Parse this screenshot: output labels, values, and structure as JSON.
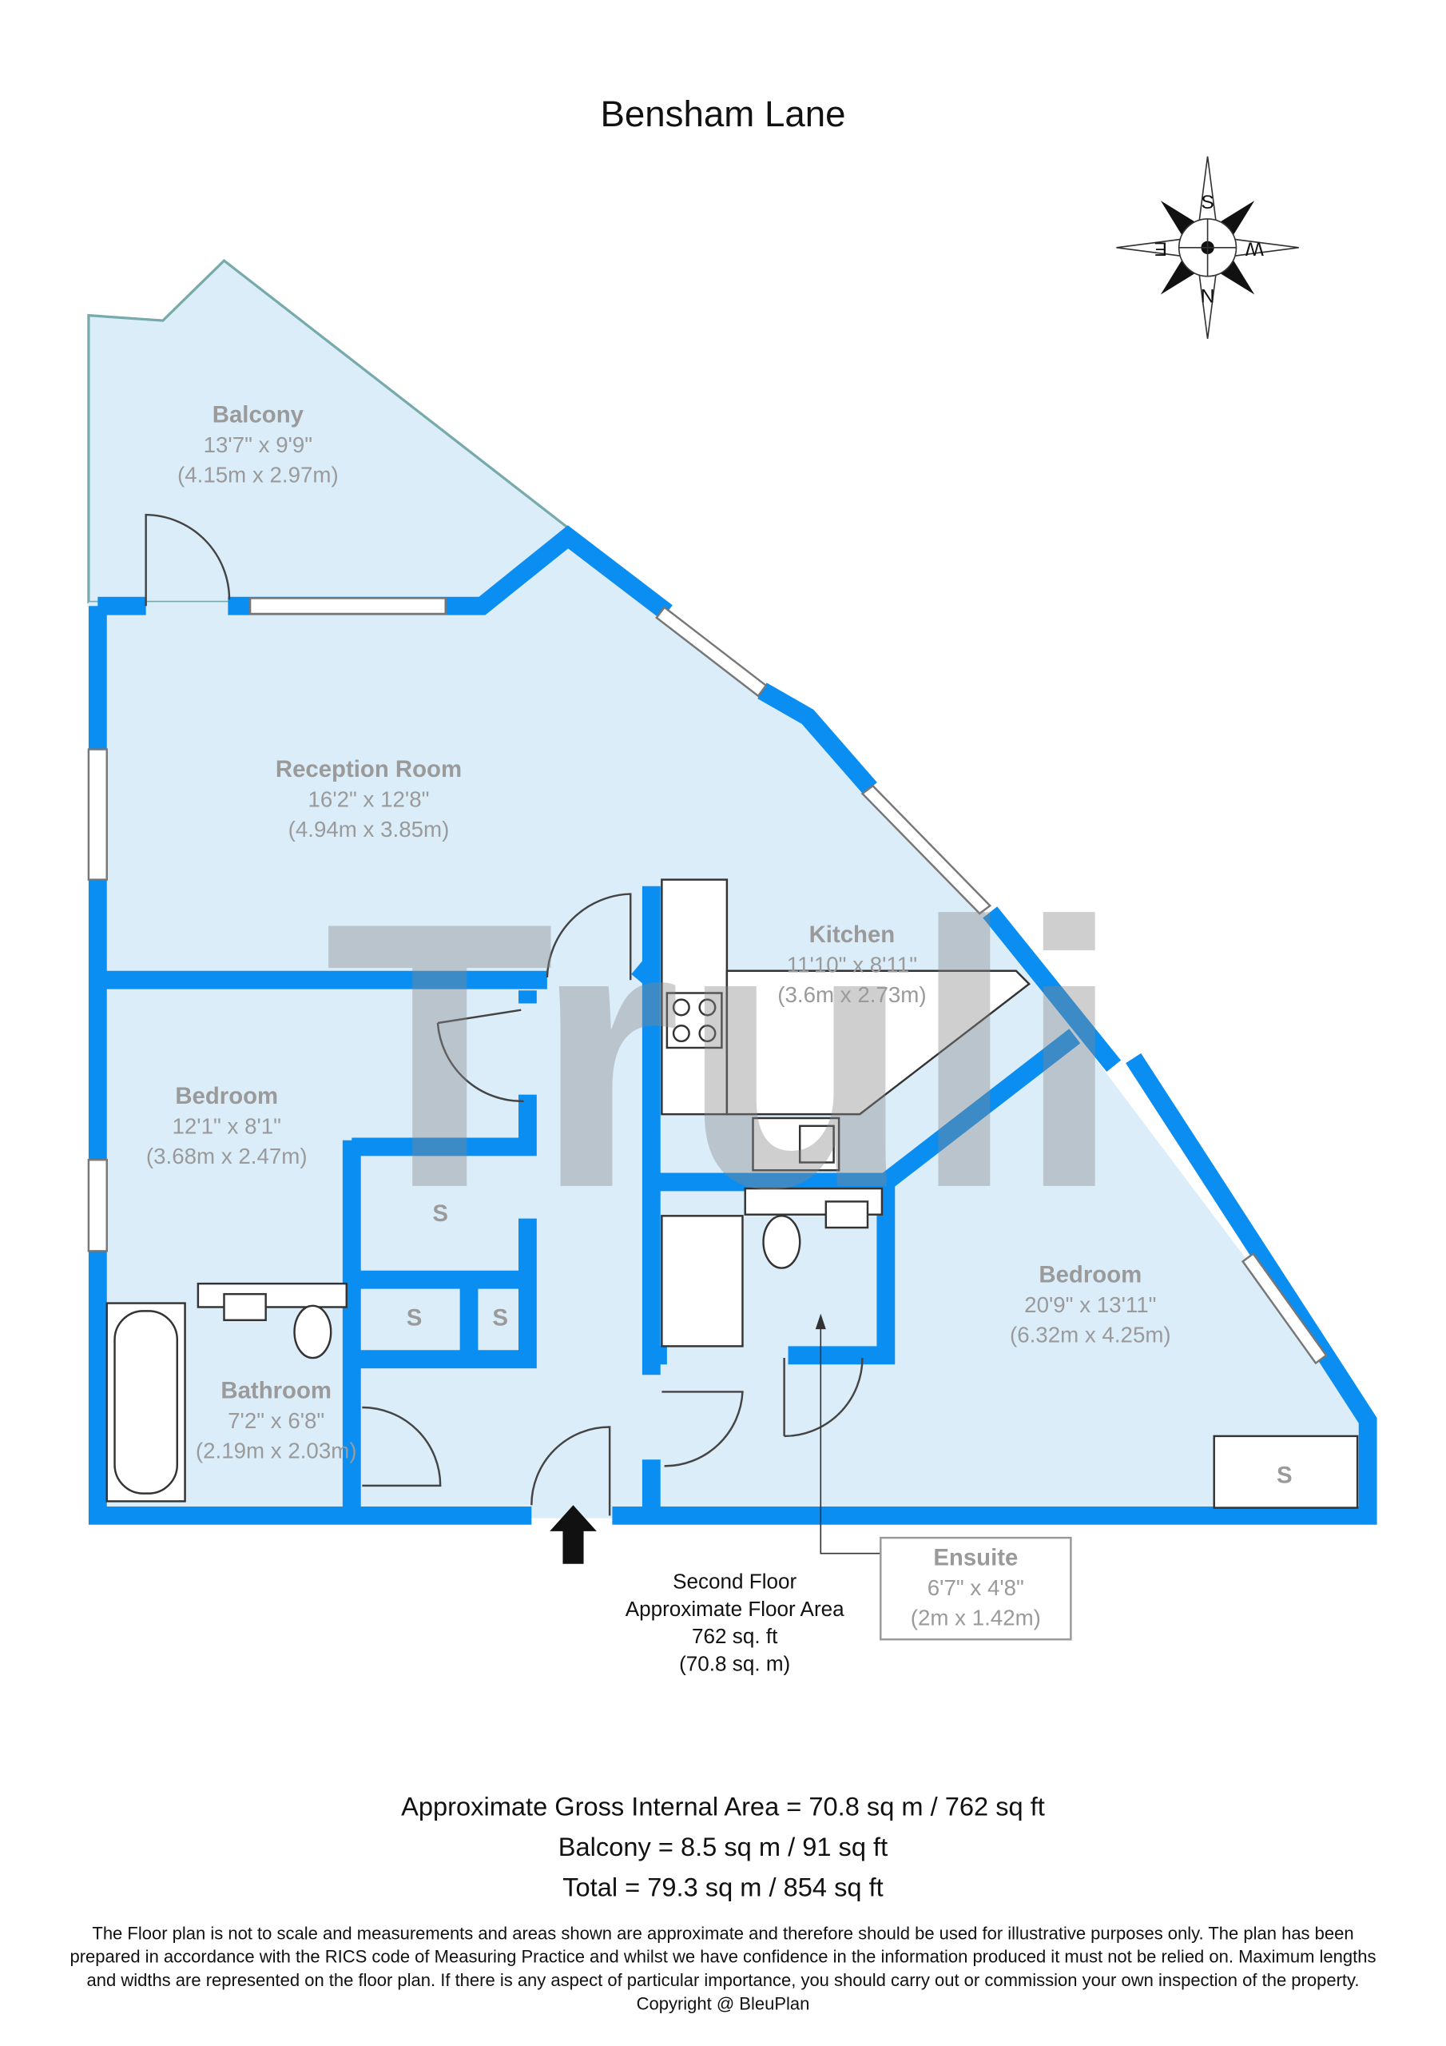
{
  "title": "Bensham Lane",
  "compass": {
    "top": "S",
    "right": "W",
    "bottom": "N",
    "left": "E"
  },
  "watermark": "Truli",
  "rooms": {
    "balcony": {
      "name": "Balcony",
      "imperial": "13'7\" x 9'9\"",
      "metric": "(4.15m x 2.97m)"
    },
    "reception": {
      "name": "Reception Room",
      "imperial": "16'2\" x 12'8\"",
      "metric": "(4.94m x 3.85m)"
    },
    "kitchen": {
      "name": "Kitchen",
      "imperial": "11'10\" x 8'11\"",
      "metric": "(3.6m x 2.73m)"
    },
    "bedroom1": {
      "name": "Bedroom",
      "imperial": "12'1\" x 8'1\"",
      "metric": "(3.68m x 2.47m)"
    },
    "bedroom2": {
      "name": "Bedroom",
      "imperial": "20'9\" x 13'11\"",
      "metric": "(6.32m x 4.25m)"
    },
    "bathroom": {
      "name": "Bathroom",
      "imperial": "7'2\" x 6'8\"",
      "metric": "(2.19m x 2.03m)"
    },
    "ensuite": {
      "name": "Ensuite",
      "imperial": "6'7\" x 4'8\"",
      "metric": "(2m x 1.42m)"
    }
  },
  "storage_label": "S",
  "floor_info": {
    "floor": "Second Floor",
    "label": "Approximate Floor Area",
    "sqft": "762 sq. ft",
    "sqm": "(70.8 sq. m)"
  },
  "areas": {
    "gross": "Approximate Gross Internal Area = 70.8 sq m / 762 sq ft",
    "balcony": "Balcony = 8.5 sq m / 91 sq ft",
    "total": "Total = 79.3 sq m / 854 sq ft"
  },
  "disclaimer": [
    "The Floor plan is not to scale and measurements and areas shown are approximate and therefore should be used for illustrative purposes only. The plan has been",
    "prepared in accordance with the RICS code of Measuring Practice and whilst we have confidence in the information produced it must not be relied on. Maximum lengths",
    "and widths are represented on the floor plan. If there is any aspect of particular importance, you should carry out or commission your own inspection of the property.",
    "Copyright @ BleuPlan"
  ],
  "colors": {
    "wall": "#0a8ef2",
    "floor": "#dcedfa",
    "label": "#9a9a9a"
  }
}
